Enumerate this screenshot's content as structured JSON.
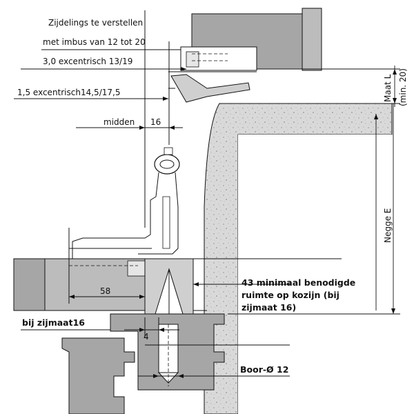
{
  "labels": {
    "side_adjust_1": "Zijdelings te verstellen",
    "side_adjust_2": "met imbus van 12 tot 20",
    "ecc_3": "3,0 excentrisch 13/19",
    "ecc_15": "1,5 excentrisch14,5/17,5",
    "midden": "midden",
    "dim_16": "16",
    "maat_l": "Maat L",
    "maat_l_min": "(min. 20)",
    "negge": "Negge E",
    "dim_58": "58",
    "min_space_1": "43 minimaal benodigde",
    "min_space_2": "ruimte op kozijn (bij",
    "min_space_3": "zijmaat 16)",
    "bij_zijmaat": "bij zijmaat16",
    "dim_4": "4",
    "boor": "Boor-Ø 12"
  },
  "colors": {
    "stone": "#d9d9d9",
    "frame_dark": "#a6a6a6",
    "frame_mid": "#bcbcbc",
    "line": "#111111"
  }
}
